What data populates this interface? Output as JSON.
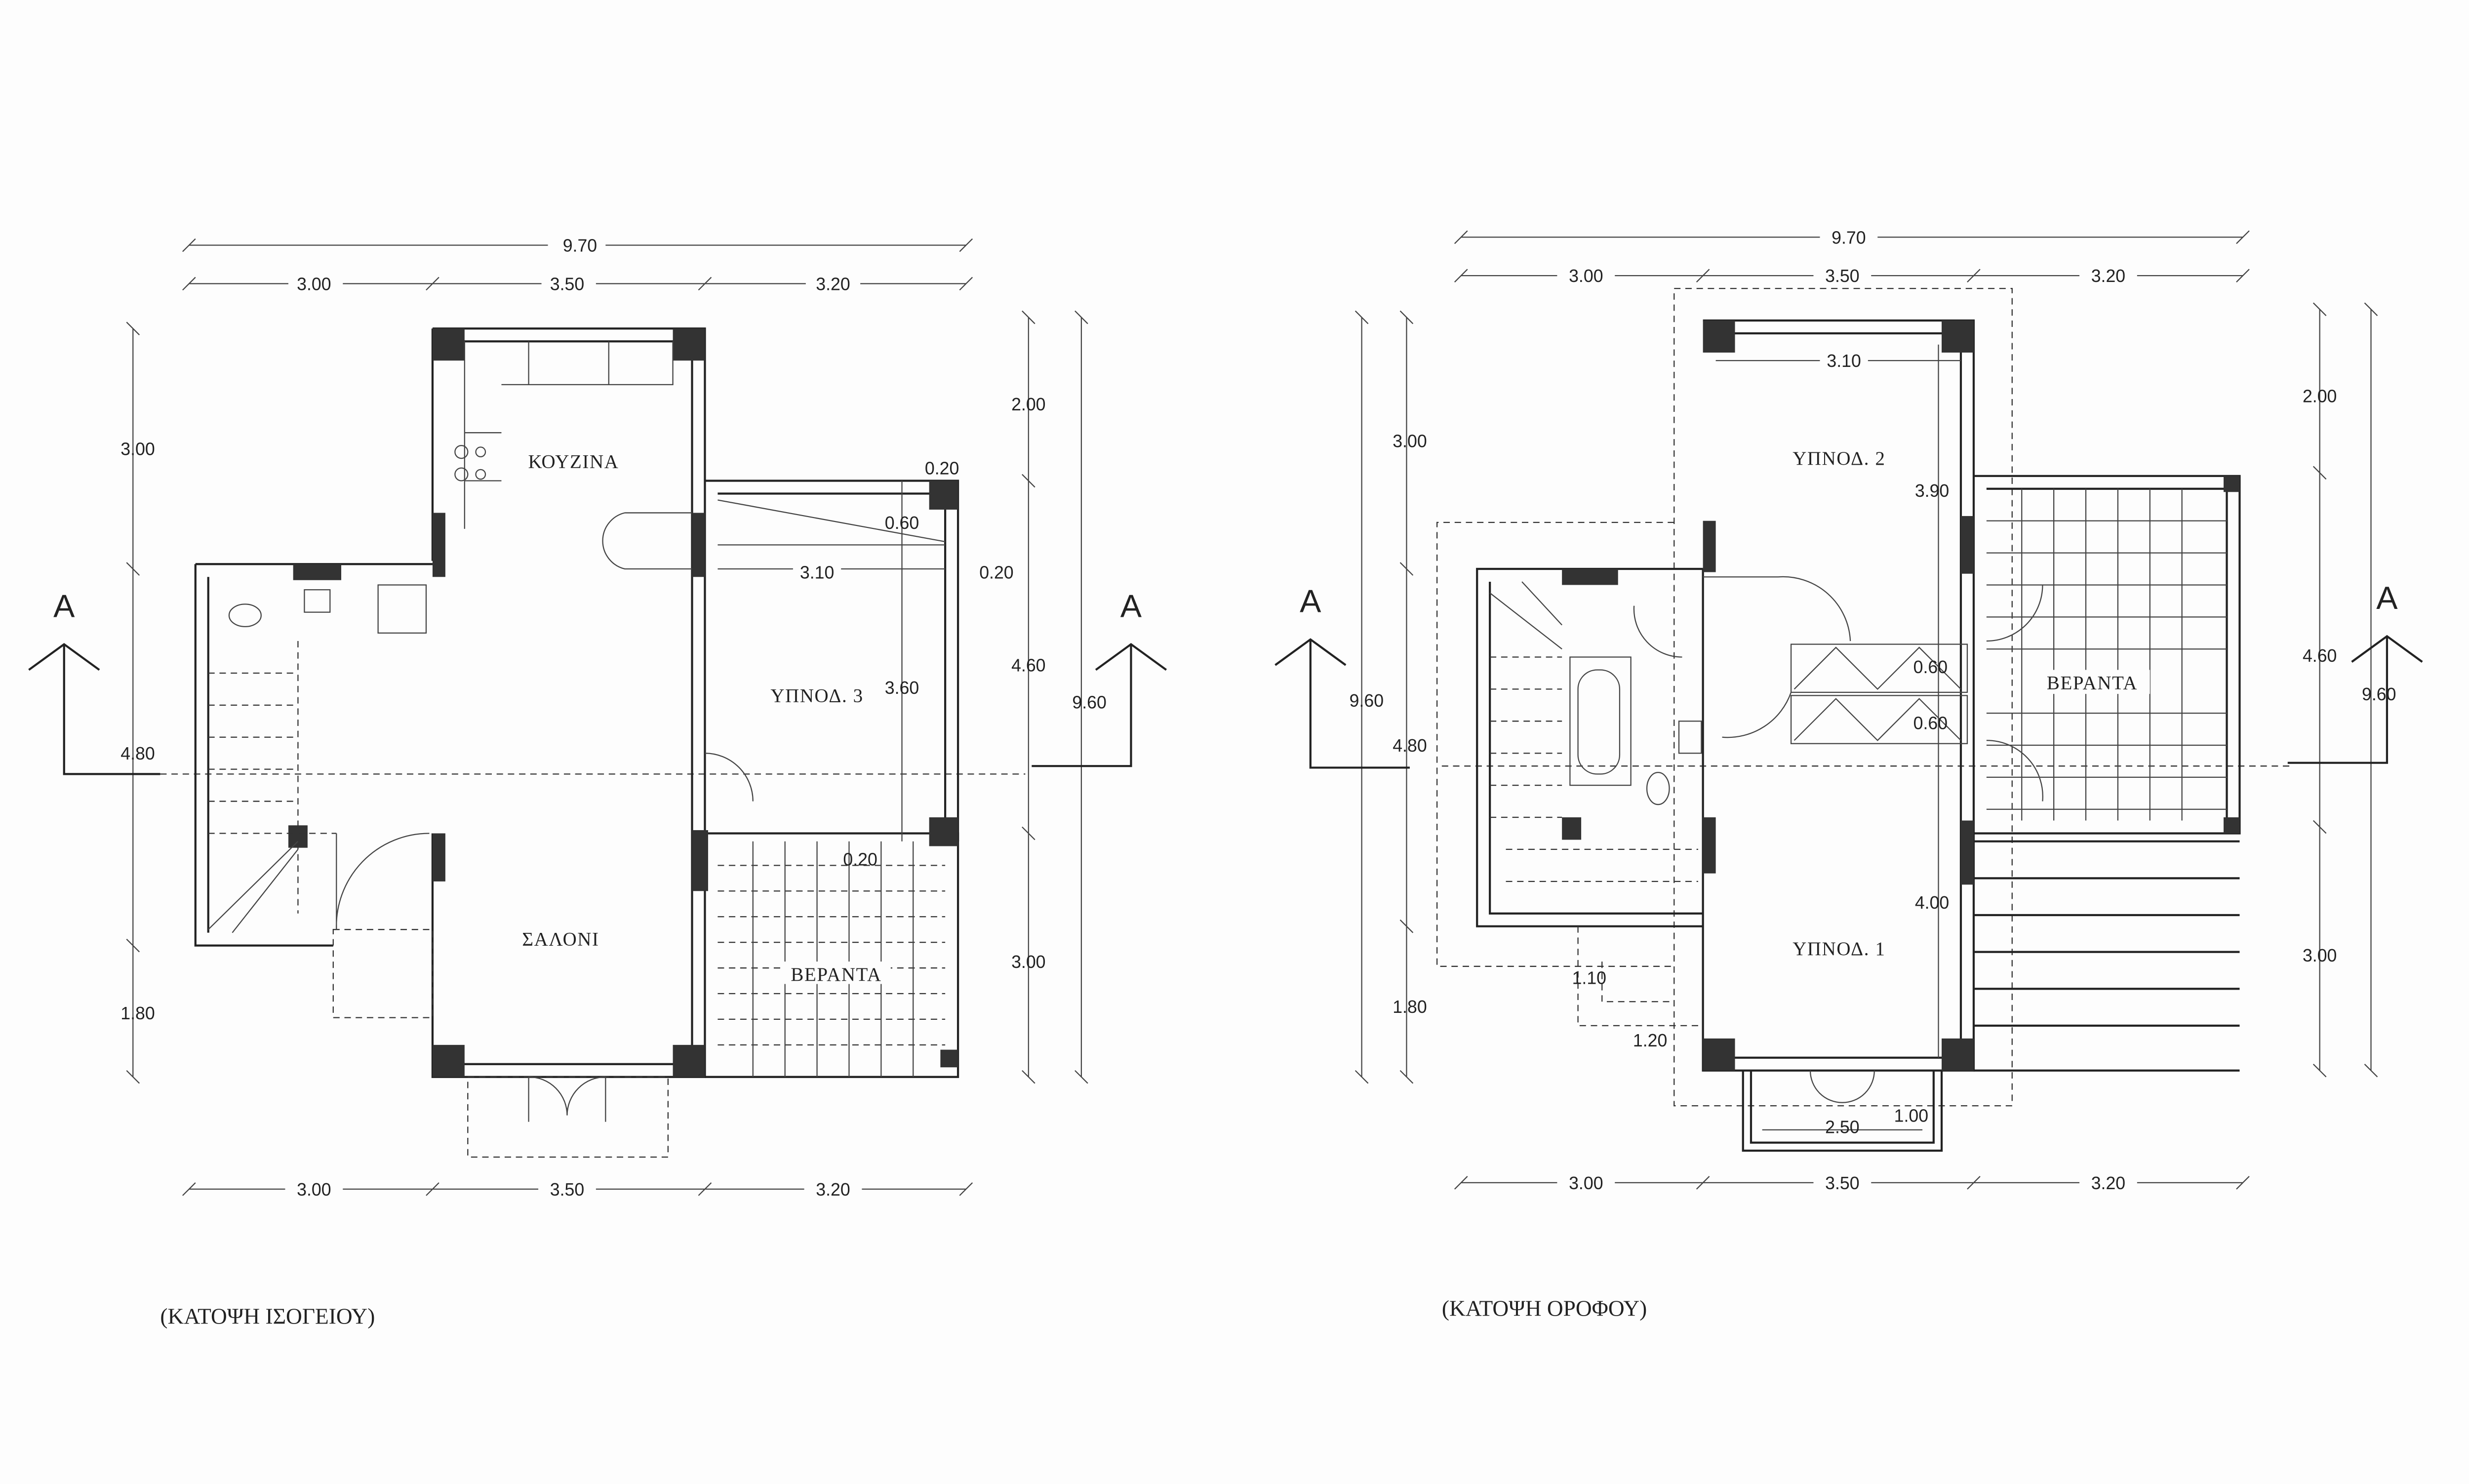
{
  "ground_floor": {
    "title": "(ΚΑΤΟΨΗ ΙΣΟΓΕΙΟΥ)",
    "rooms": {
      "kitchen": "ΚΟΥΖΙΝΑ",
      "living": "ΣΑΛΟΝΙ",
      "bedroom3": "ΥΠΝΟΔ. 3",
      "veranda": "ΒΕΡΑΝΤΑ"
    },
    "dims": {
      "total_width": "9.70",
      "top": [
        "3.00",
        "3.50",
        "3.20"
      ],
      "bottom": [
        "3.00",
        "3.50",
        "3.20"
      ],
      "left": [
        "3.00",
        "4.80",
        "1.80"
      ],
      "right": [
        "2.00",
        "4.60",
        "3.00"
      ],
      "total_height": "9.60",
      "inner": [
        "0.20",
        "0.60",
        "3.10",
        "0.20",
        "3.60",
        "0.20"
      ]
    },
    "section_mark": "A"
  },
  "upper_floor": {
    "title": "(ΚΑΤΟΨΗ ΟΡΟΦΟΥ)",
    "rooms": {
      "bedroom2": "ΥΠΝΟΔ. 2",
      "bedroom1": "ΥΠΝΟΔ. 1",
      "veranda": "ΒΕΡΑΝΤΑ"
    },
    "dims": {
      "total_width": "9.70",
      "top": [
        "3.00",
        "3.50",
        "3.20"
      ],
      "bottom": [
        "3.00",
        "3.50",
        "3.20"
      ],
      "left": [
        "3.00",
        "4.80",
        "1.80"
      ],
      "left_total": "9.60",
      "right": [
        "2.00",
        "4.60",
        "3.00"
      ],
      "total_height": "9.60",
      "inner": [
        "3.10",
        "3.90",
        "0.60",
        "0.60",
        "4.00",
        "1.10",
        "1.20",
        "2.50",
        "1.00"
      ]
    },
    "section_mark": "A"
  }
}
